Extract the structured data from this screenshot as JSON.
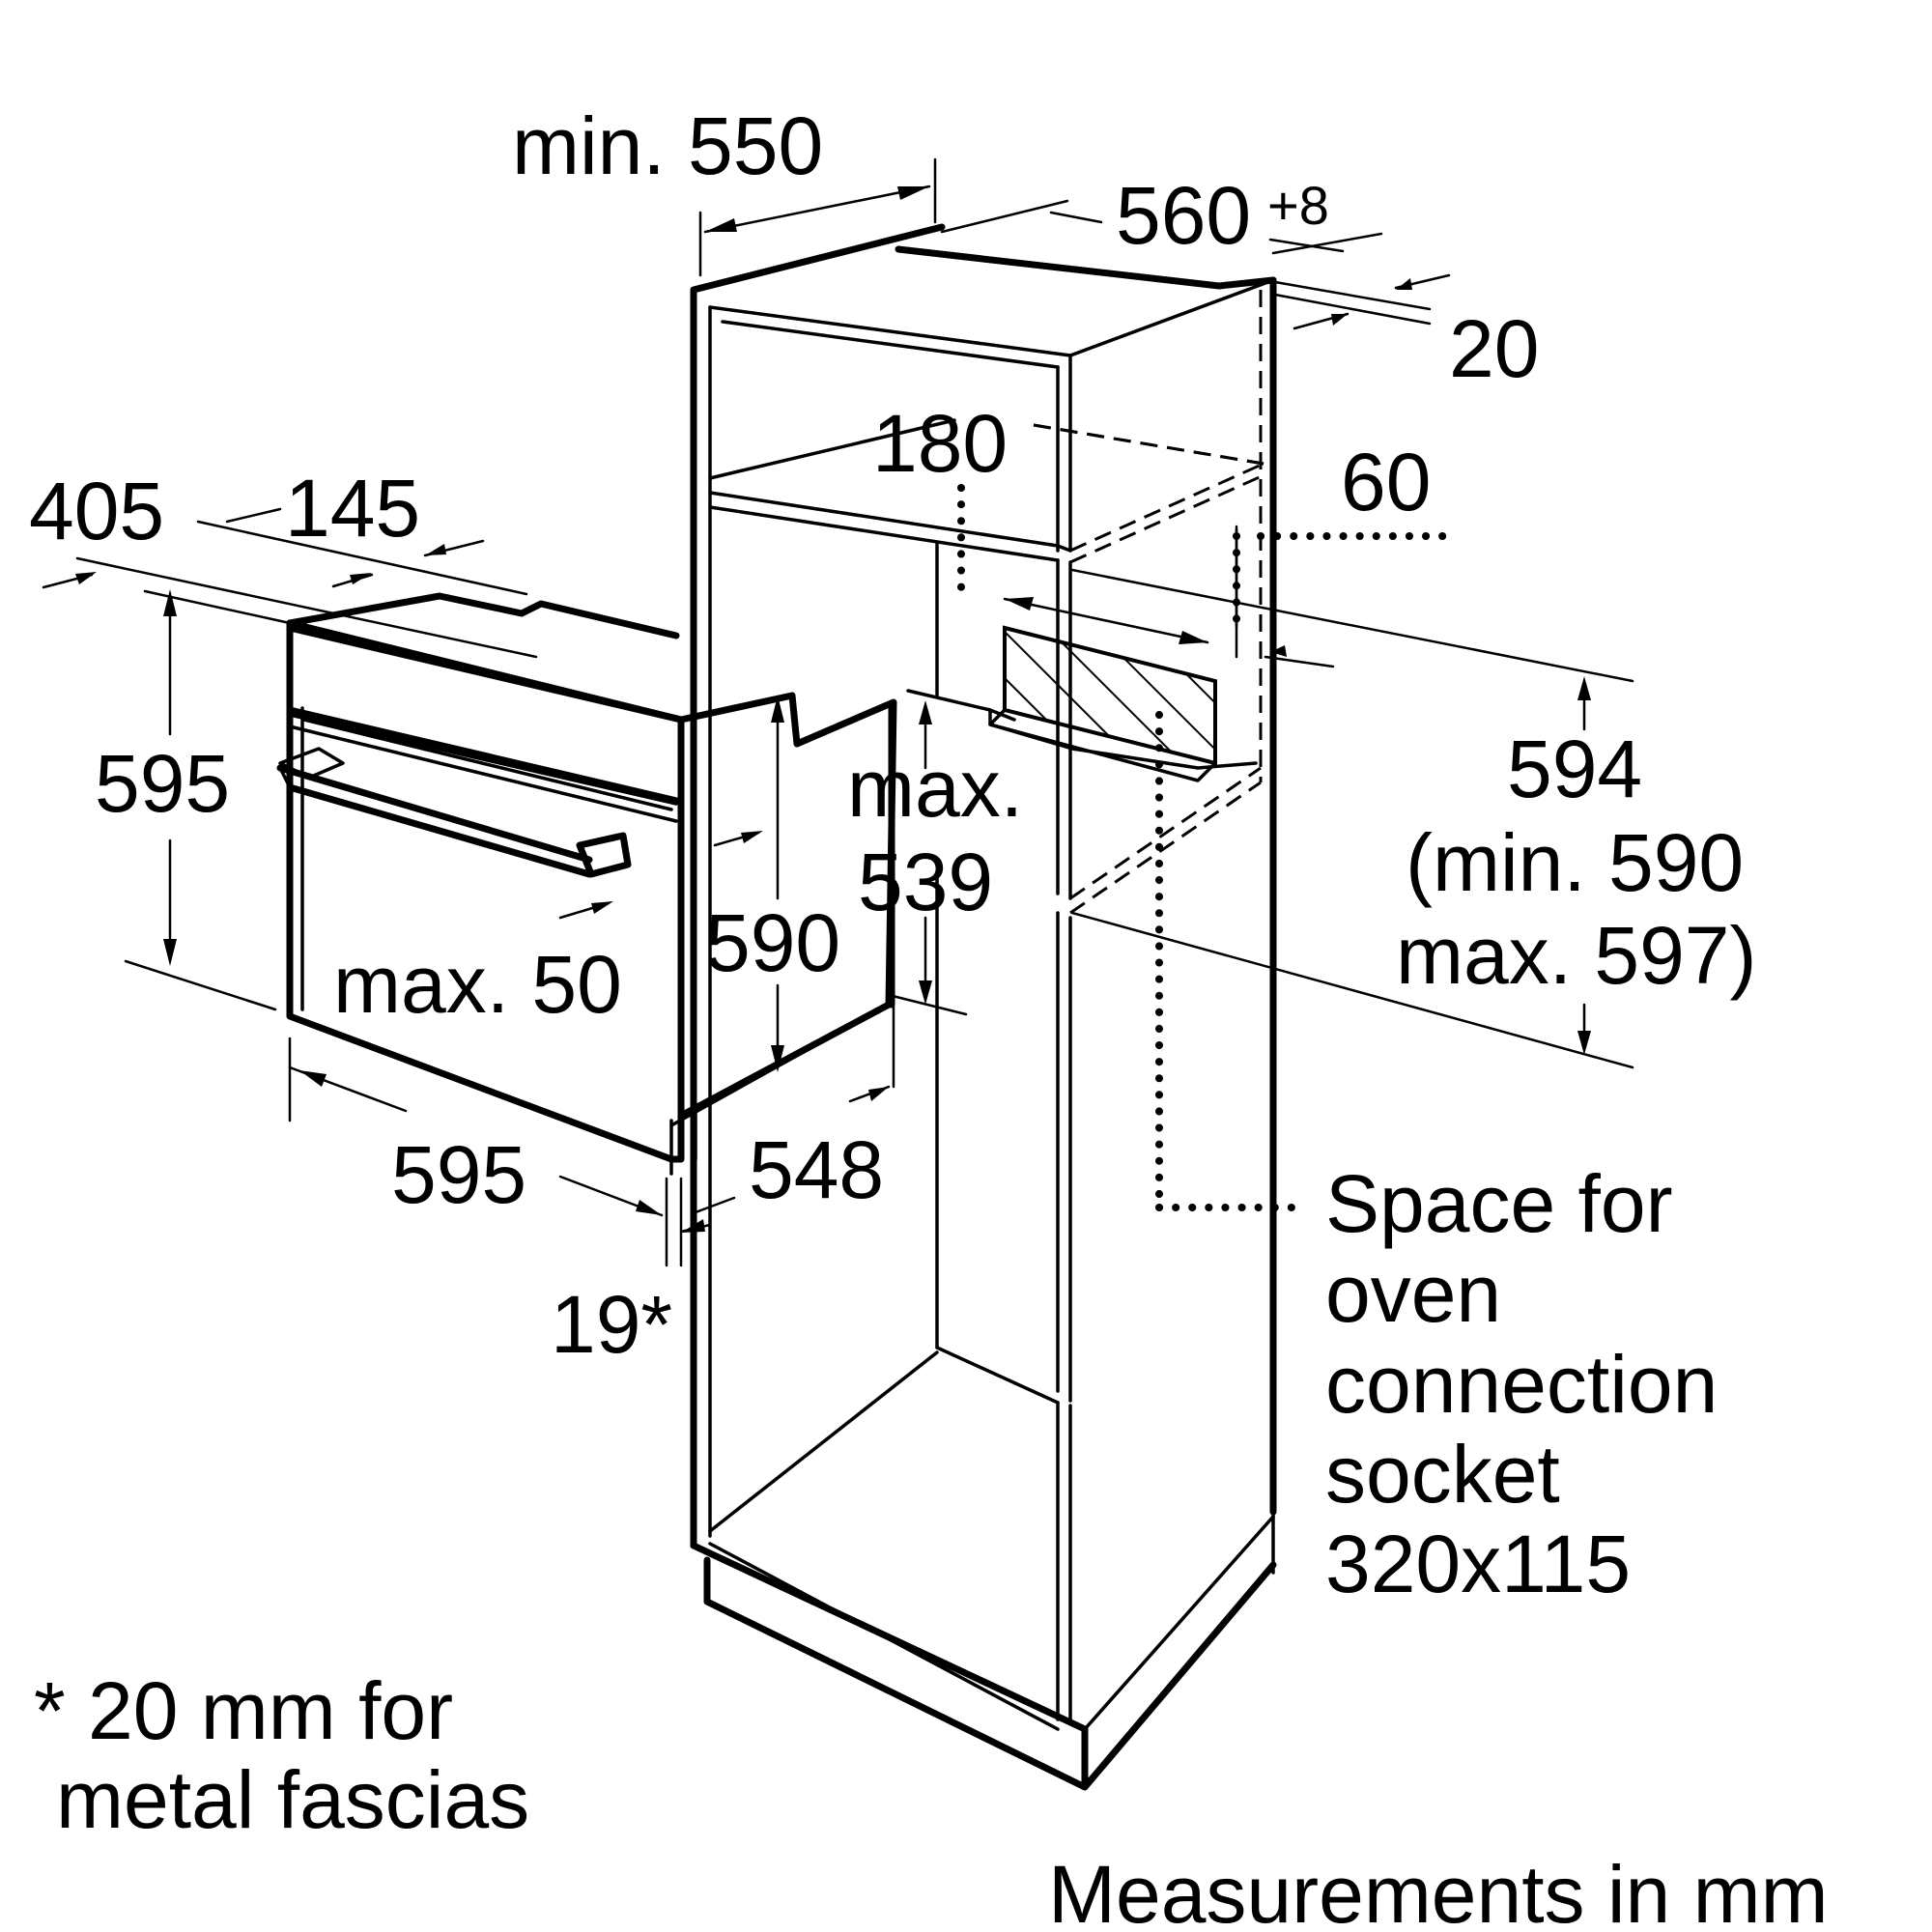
{
  "dimensions": {
    "cabinet_depth": "min. 550",
    "niche_width": "560",
    "niche_width_tolerance": "+8",
    "rear_gap": "20",
    "top_gap": "180",
    "socket_offset": "60",
    "niche_height": "594",
    "niche_height_range_min": "(min. 590",
    "niche_height_range_max": "max. 597)",
    "oven_depth_total_a": "405",
    "oven_depth_total_b": "145",
    "oven_height": "595",
    "oven_width": "595",
    "oven_body_height": "590",
    "oven_body_width": "548",
    "max_label": "max.",
    "max_539": "539",
    "max_50": "max. 50",
    "fascia_gap": "19*"
  },
  "socket_note": {
    "line1": "Space for",
    "line2": "oven",
    "line3": "connection",
    "line4": "socket",
    "line5": "320x115"
  },
  "footnote": {
    "line1": "* 20 mm for",
    "line2": "metal fascias"
  },
  "units_note": "Measurements in mm"
}
